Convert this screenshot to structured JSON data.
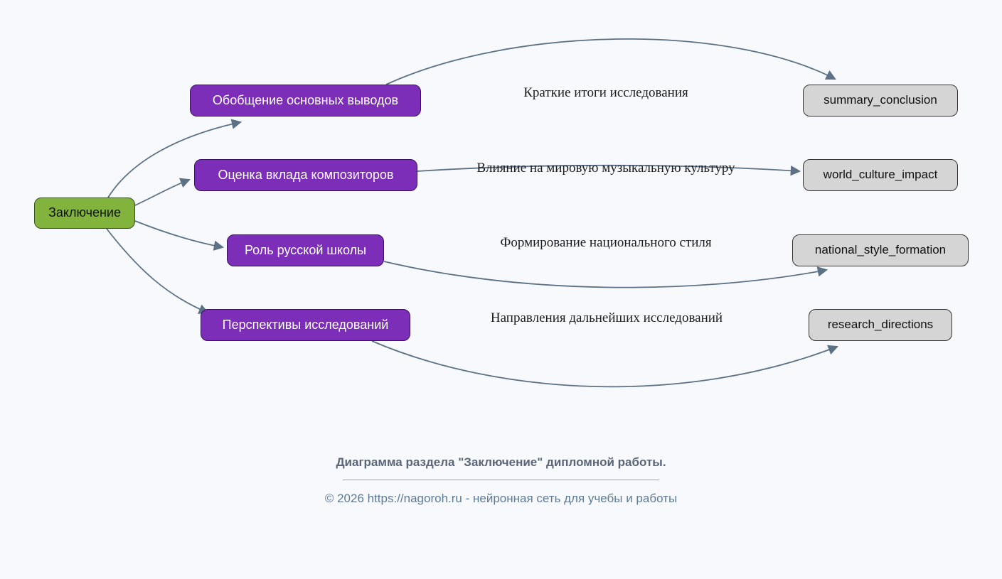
{
  "diagram": {
    "root": {
      "label": "Заключение"
    },
    "branches": [
      {
        "label": "Обобщение основных выводов",
        "edge_label": "Краткие итоги исследования",
        "target": "summary_conclusion"
      },
      {
        "label": "Оценка вклада композиторов",
        "edge_label": "Влияние на мировую музыкальную культуру",
        "target": "world_culture_impact"
      },
      {
        "label": "Роль русской школы",
        "edge_label": "Формирование национального стиля",
        "target": "national_style_formation"
      },
      {
        "label": "Перспективы исследований",
        "edge_label": "Направления дальнейших исследований",
        "target": "research_directions"
      }
    ],
    "colors": {
      "root_fill": "#82b33c",
      "branch_fill": "#7d2eb8",
      "target_fill": "#d5d5d5",
      "edge": "#5c7186"
    }
  },
  "footer": {
    "caption": "Диаграмма раздела \"Заключение\" дипломной работы.",
    "copyright": "© 2026 https://nagoroh.ru - нейронная сеть для учебы и работы"
  }
}
